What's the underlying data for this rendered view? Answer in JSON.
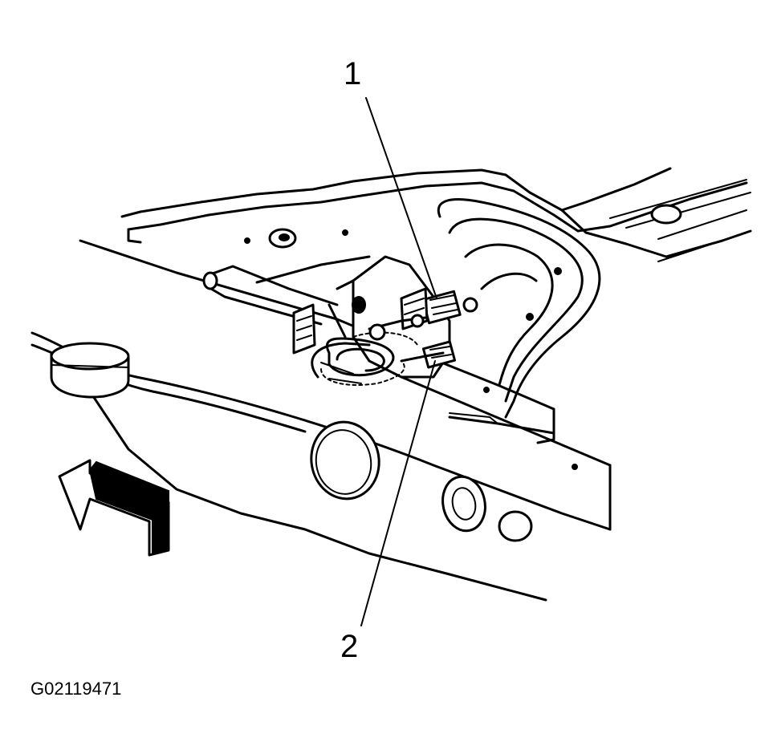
{
  "callouts": {
    "one": "1",
    "two": "2"
  },
  "figure_id": "G02119471",
  "colors": {
    "line": "#000000",
    "background": "#ffffff"
  },
  "icons": {
    "direction_arrow": "forward-arrow-icon"
  }
}
